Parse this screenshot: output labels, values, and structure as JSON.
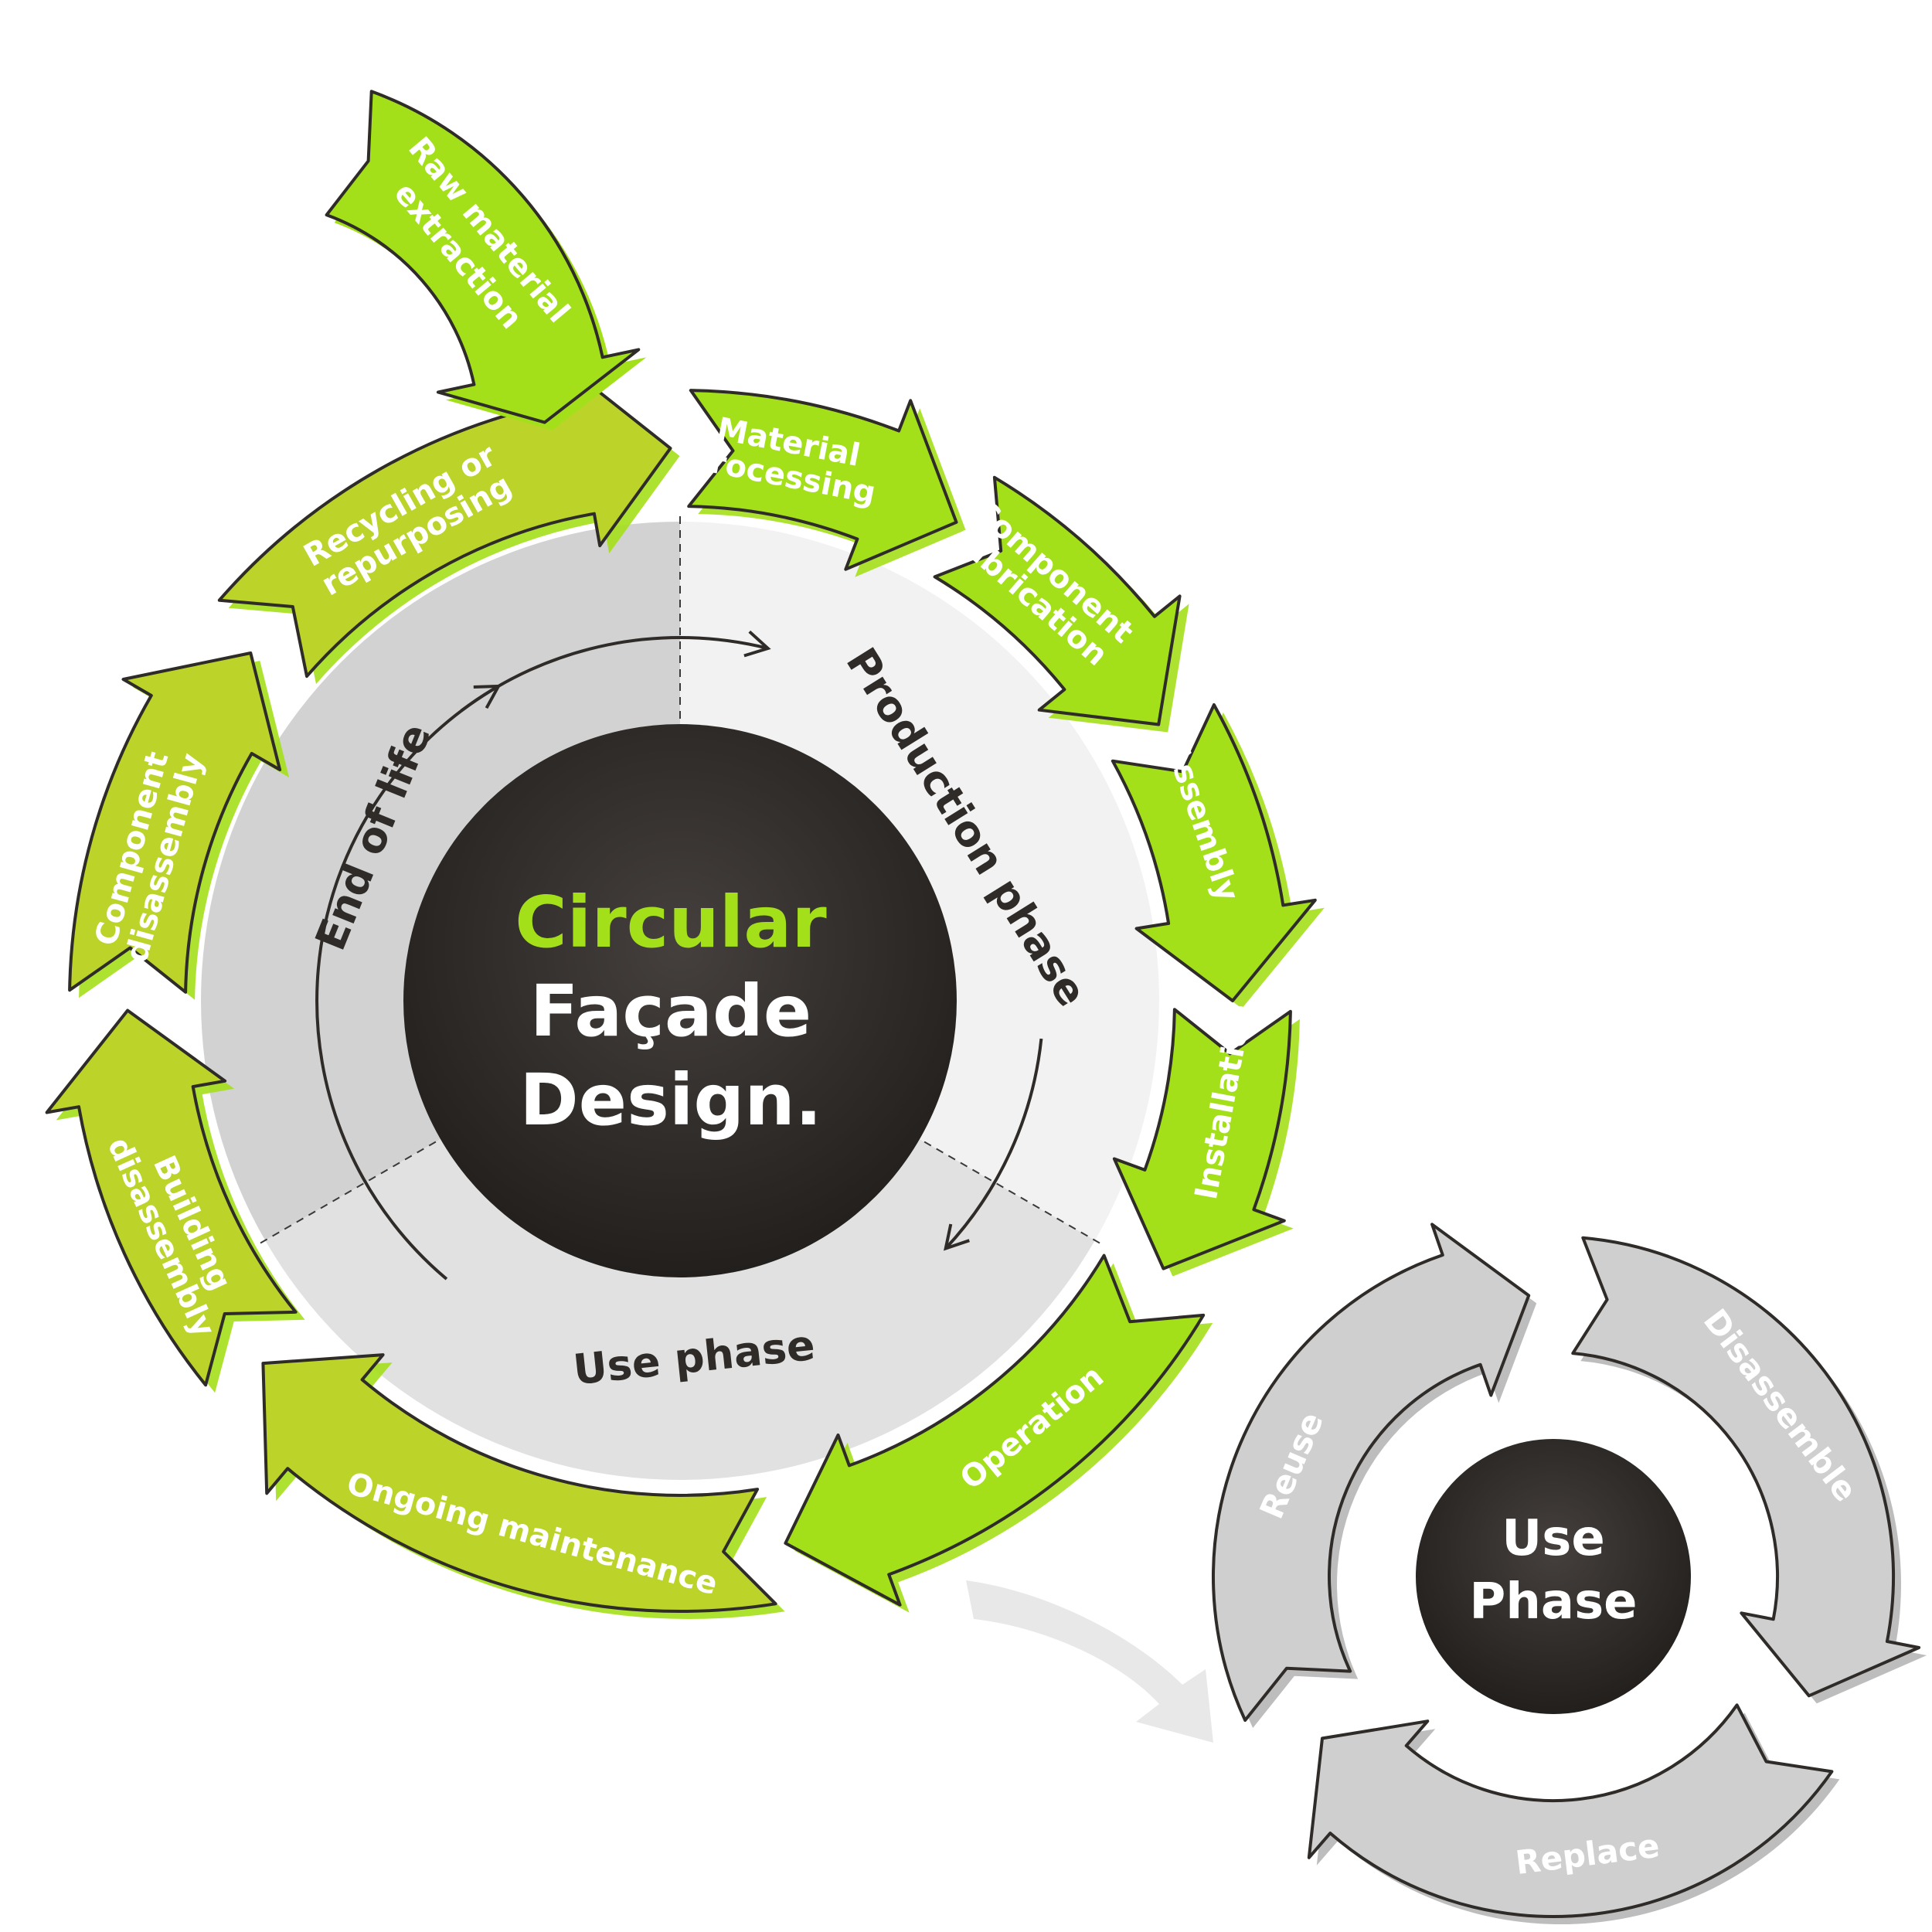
{
  "center": {
    "line1": "Circular",
    "line2": "Façade",
    "line3": "Design.",
    "accent_color": "#a4e01a",
    "text_color": "#ffffff",
    "bg_color": "#2f2b28"
  },
  "phases": {
    "production": "Production phase",
    "use": "Use phase",
    "end_of_life": "End of life"
  },
  "inflow": {
    "lines": [
      "Raw material",
      "extraction"
    ]
  },
  "segments": [
    {
      "id": "material-processing",
      "lines": [
        "Material",
        "processing"
      ]
    },
    {
      "id": "component-fabrication",
      "lines": [
        "Component",
        "fabrication"
      ]
    },
    {
      "id": "assembly",
      "lines": [
        "Assembly"
      ]
    },
    {
      "id": "installation",
      "lines": [
        "Installation"
      ]
    },
    {
      "id": "operation",
      "lines": [
        "Operation"
      ]
    },
    {
      "id": "ongoing-maintenance",
      "lines": [
        "Ongoing maintenance"
      ]
    },
    {
      "id": "building-disassembly",
      "lines": [
        "Building",
        "disassembly"
      ]
    },
    {
      "id": "component-disassembly",
      "lines": [
        "Component",
        "disassembly"
      ]
    },
    {
      "id": "recycling-repurposing",
      "lines": [
        "Recycling or",
        "repurposing"
      ]
    }
  ],
  "use_phase_cycle": {
    "center_lines": [
      "Use",
      "Phase"
    ],
    "steps": [
      "Disassemble",
      "Replace",
      "Reuse"
    ]
  },
  "colors": {
    "green": "#a4e01a",
    "green_dark": "#bcd42a",
    "outline": "#2f2b28",
    "grey_arrow": "#cfcfcf",
    "sector_production": "#f2f2f2",
    "sector_use": "#e1e1e1",
    "sector_end": "#d2d2d2"
  }
}
